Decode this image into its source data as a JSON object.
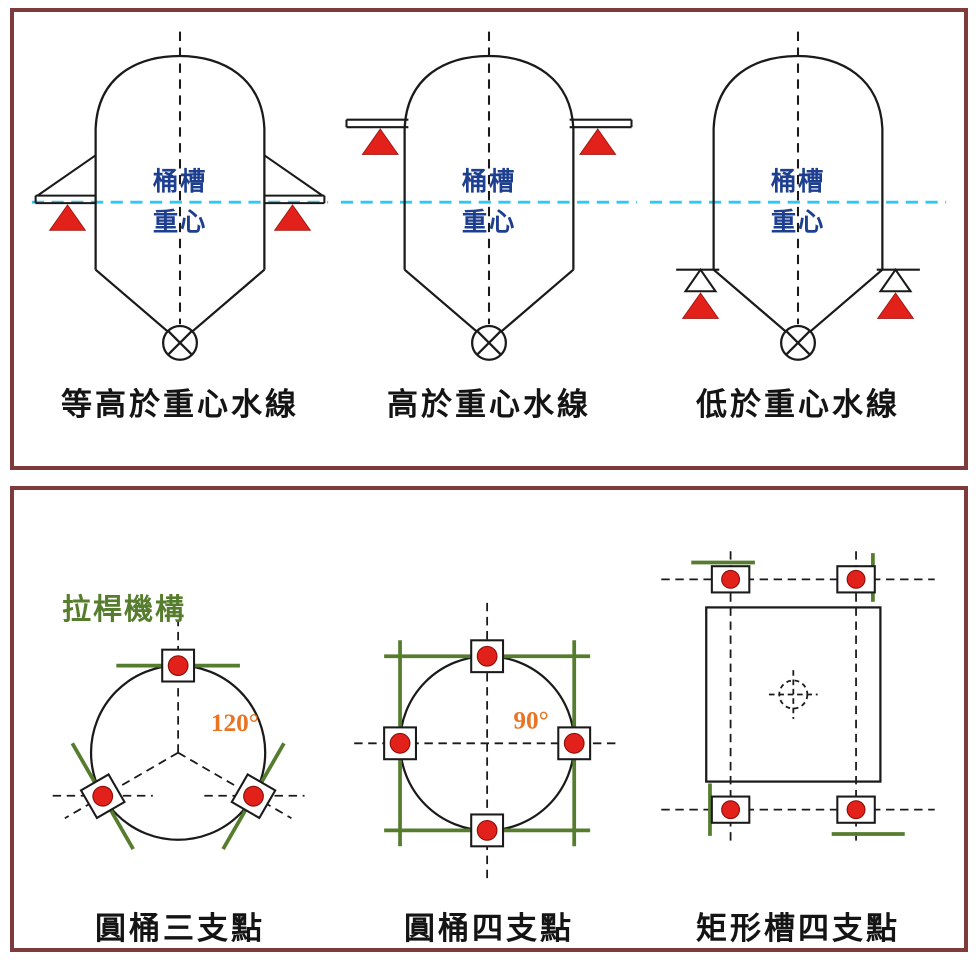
{
  "colors": {
    "panel_border": "#7d3b3b",
    "waterline_cyan": "#2fc8f5",
    "cg_text_blue": "#1e3f8f",
    "support_red": "#e3211b",
    "tie_rod_green": "#567d2e",
    "angle_orange": "#e87424",
    "outline_black": "#1a1a1a"
  },
  "top_panel": {
    "tanks": [
      {
        "cg_line1": "桶槽",
        "cg_line2": "重心",
        "caption": "等高於重心水線"
      },
      {
        "cg_line1": "桶槽",
        "cg_line2": "重心",
        "caption": "高於重心水線"
      },
      {
        "cg_line1": "桶槽",
        "cg_line2": "重心",
        "caption": "低於重心水線"
      }
    ]
  },
  "bottom_panel": {
    "tie_rod_label": "拉桿機構",
    "layouts": [
      {
        "caption": "圓桶三支點",
        "angle": "120°"
      },
      {
        "caption": "圓桶四支點",
        "angle": "90°"
      },
      {
        "caption": "矩形槽四支點"
      }
    ]
  }
}
